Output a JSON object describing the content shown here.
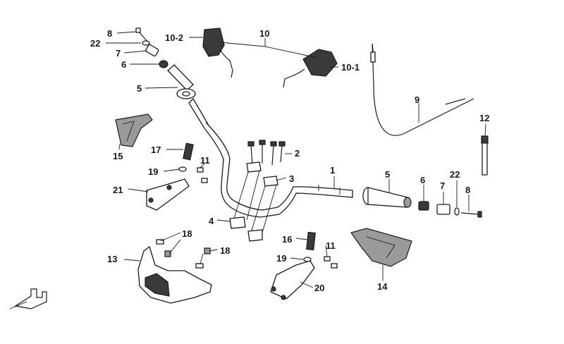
{
  "diagram": {
    "callouts": [
      {
        "id": "c8a",
        "text": "8"
      },
      {
        "id": "c22a",
        "text": "22"
      },
      {
        "id": "c7a",
        "text": "7"
      },
      {
        "id": "c6a",
        "text": "6"
      },
      {
        "id": "c5a",
        "text": "5"
      },
      {
        "id": "c10-2",
        "text": "10-2"
      },
      {
        "id": "c10",
        "text": "10"
      },
      {
        "id": "c10-1",
        "text": "10-1"
      },
      {
        "id": "c9",
        "text": "9"
      },
      {
        "id": "c12",
        "text": "12"
      },
      {
        "id": "c15",
        "text": "15"
      },
      {
        "id": "c17",
        "text": "17"
      },
      {
        "id": "c11a",
        "text": "11"
      },
      {
        "id": "c19a",
        "text": "19"
      },
      {
        "id": "c21",
        "text": "21"
      },
      {
        "id": "c2",
        "text": "2"
      },
      {
        "id": "c3",
        "text": "3"
      },
      {
        "id": "c1",
        "text": "1"
      },
      {
        "id": "c5b",
        "text": "5"
      },
      {
        "id": "c6b",
        "text": "6"
      },
      {
        "id": "c7b",
        "text": "7"
      },
      {
        "id": "c22b",
        "text": "22"
      },
      {
        "id": "c8b",
        "text": "8"
      },
      {
        "id": "c4",
        "text": "4"
      },
      {
        "id": "c18a",
        "text": "18"
      },
      {
        "id": "c18b",
        "text": "18"
      },
      {
        "id": "c13",
        "text": "13"
      },
      {
        "id": "c16",
        "text": "16"
      },
      {
        "id": "c19b",
        "text": "19"
      },
      {
        "id": "c11b",
        "text": "11"
      },
      {
        "id": "c20",
        "text": "20"
      },
      {
        "id": "c14",
        "text": "14"
      }
    ]
  }
}
